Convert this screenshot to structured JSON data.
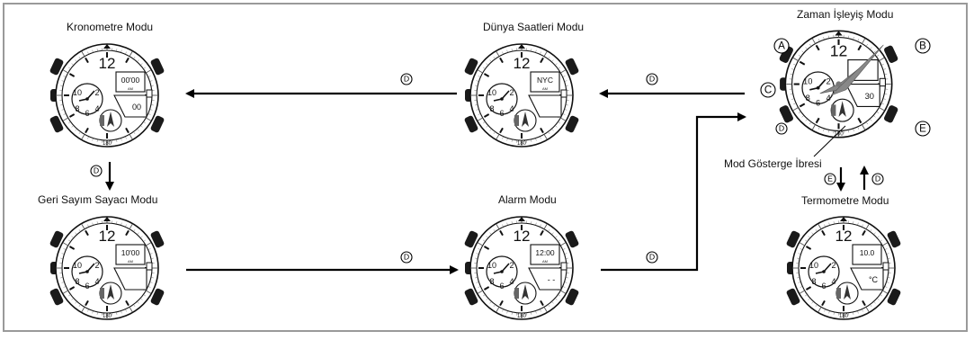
{
  "modes": {
    "chronometer": {
      "label": "Kronometre Modu",
      "lcd_top": "00'00",
      "lcd_sub": "AM",
      "lcd_bottom": "00"
    },
    "world_time": {
      "label": "Dünya Saatleri Modu",
      "lcd_top": "NYC",
      "lcd_sub": "AM",
      "lcd_bottom": ""
    },
    "timekeeping": {
      "label": "Zaman İşleyiş Modu",
      "lcd_top": "",
      "lcd_sub": "",
      "lcd_bottom": "30"
    },
    "countdown": {
      "label": "Geri Sayım Sayacı Modu",
      "lcd_top": "10'00",
      "lcd_sub": "AM",
      "lcd_bottom": ""
    },
    "alarm": {
      "label": "Alarm Modu",
      "lcd_top": "12:00",
      "lcd_sub": "AM",
      "lcd_bottom": "- -"
    },
    "thermometer": {
      "label": "Termometre Modu",
      "lcd_top": "10.0",
      "lcd_sub": "",
      "lcd_bottom": "°C"
    }
  },
  "dial": {
    "twelve": "12",
    "numerals": [
      "10",
      "2",
      "4",
      "6",
      "8"
    ],
    "bezel_bottom": "180"
  },
  "buttons": {
    "a": "A",
    "b": "B",
    "c": "C",
    "d": "D",
    "e": "E"
  },
  "mode_indicator_label": "Mod Gösterge İbresi",
  "colors": {
    "hand": "#888888",
    "arrow": "#000000",
    "frame": "#9a9a9a"
  }
}
